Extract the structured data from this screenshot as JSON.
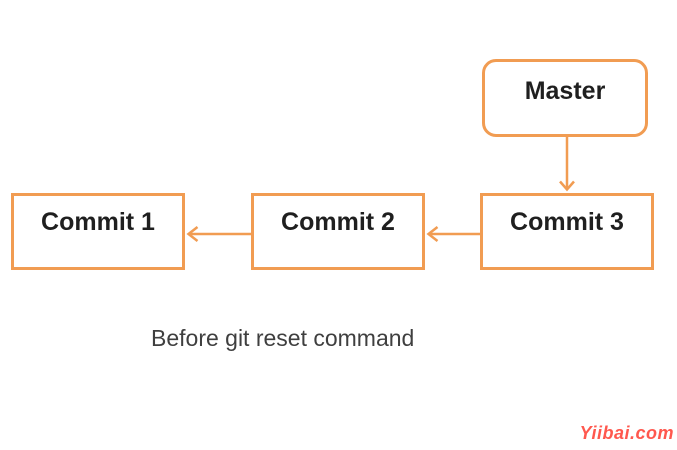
{
  "colors": {
    "accent": "#F19C52",
    "node_label": "#1f1f1f",
    "caption_text": "#3f3f3f",
    "watermark_text": "#FF3B30",
    "background": "#FFFFFF"
  },
  "nodes": {
    "master": {
      "label": "Master"
    },
    "commit1": {
      "label": "Commit 1"
    },
    "commit2": {
      "label": "Commit 2"
    },
    "commit3": {
      "label": "Commit 3"
    }
  },
  "edges": [
    {
      "from": "Master",
      "to": "Commit 3",
      "direction": "down"
    },
    {
      "from": "Commit 3",
      "to": "Commit 2",
      "direction": "left"
    },
    {
      "from": "Commit 2",
      "to": "Commit 1",
      "direction": "left"
    }
  ],
  "caption": "Before git reset command",
  "watermark": "Yiibai.com"
}
